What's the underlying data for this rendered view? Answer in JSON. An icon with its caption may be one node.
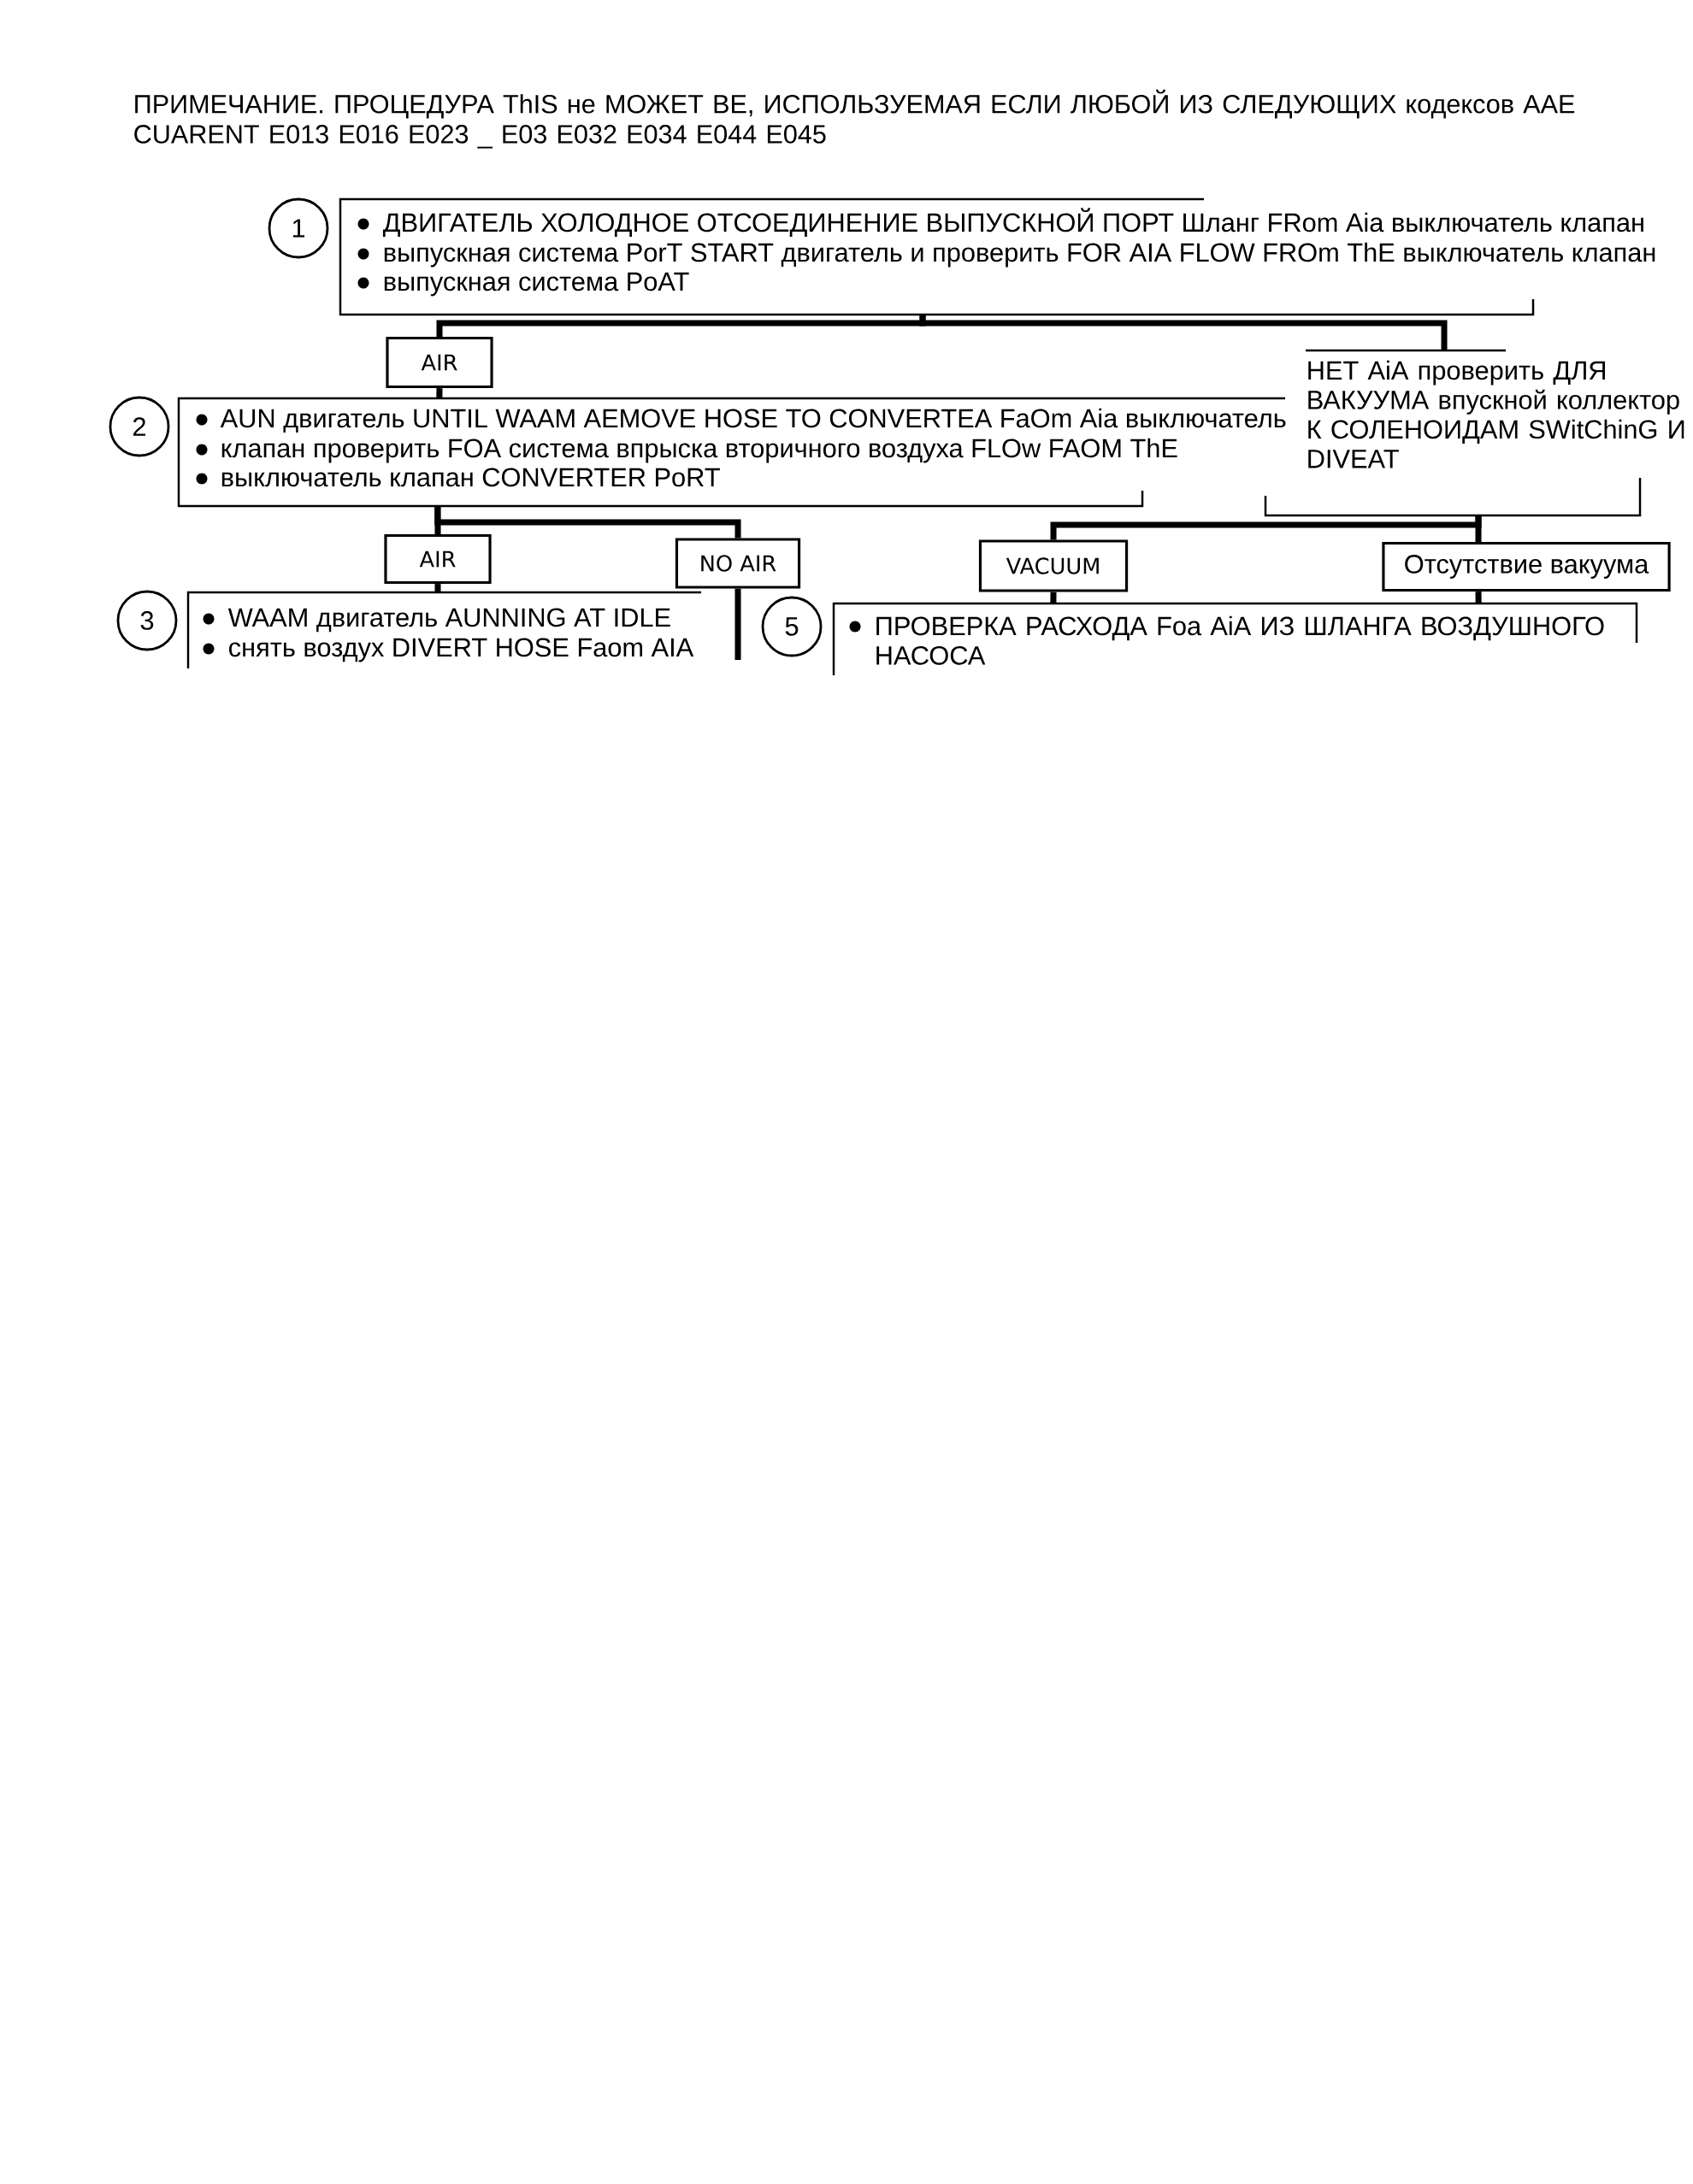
{
  "diagram": {
    "nodes": [
      {
        "text": [
          "1"
        ]
      },
      {
        "text": [
          "ДВИГАТЕЛЬ ХОЛОДНОЕ ОТСОЕДИНЕНИЕ ВЫПУСКНОЙ ПОРТ Шланг FRom Aia выключатель клапан",
          "выпускная система PorT START двигатель и проверить FOR AIA FLOW FROm ThE выключатель клапан",
          "выпускная система PoAT"
        ]
      },
      {
        "text": [
          "AIR"
        ]
      },
      {
        "text": [
          "НЕТ AiA проверить ДЛЯ ВАКУУМА впускной коллектор К СОЛЕНОИДАМ SWitChinG И DIVEAT"
        ]
      },
      {
        "text": [
          "2"
        ]
      },
      {
        "text": [
          "AUN двигатель UNTIL WAAM AEMOVE HOSE TO CONVERTEA FaOm Aia выключатель",
          "клапан проверить FOA система впрыска вторичного воздуха FLOw FAOM ThE",
          "выключатель клапан CONVERTER PoRT"
        ]
      },
      {
        "text": [
          "AIR"
        ]
      },
      {
        "text": [
          "NO AIR"
        ]
      },
      {
        "text": [
          "VACUUM"
        ]
      },
      {
        "text": [
          "Отсутствие вакуума"
        ]
      },
      {
        "text": [
          "3"
        ]
      },
      {
        "text": [
          "WAAM двигатель AUNNING AT IDLE",
          "снять воздух DIVERT HOSE Faom AIA"
        ]
      },
      {
        "text": [
          "5"
        ]
      },
      {
        "text": [
          "ПРОВЕРКА РАСХОДА Foa AiA ИЗ ШЛАНГА ВОЗДУШНОГО НАСОСА"
        ]
      }
    ],
    "edges": [
      {
        "from": 1,
        "to": 2,
        "arrow": "none"
      },
      {
        "from": 1,
        "to": 3,
        "arrow": "none"
      },
      {
        "from": 2,
        "to": 5,
        "arrow": "none"
      },
      {
        "from": 5,
        "to": 6,
        "arrow": "none"
      },
      {
        "from": 5,
        "to": 7,
        "arrow": "none"
      },
      {
        "from": 3,
        "to": 8,
        "arrow": "none"
      },
      {
        "from": 3,
        "to": 9,
        "arrow": "none"
      },
      {
        "from": 6,
        "to": 11,
        "arrow": "none"
      },
      {
        "from": 7,
        "to": null,
        "arrow": "none"
      },
      {
        "from": 8,
        "to": 13,
        "arrow": "none"
      },
      {
        "from": 9,
        "to": 13,
        "arrow": "none"
      }
    ],
    "labels": [
      "ПРИМЕЧАНИЕ. ПРОЦЕДУРА ThIS не МОЖЕТ BE, ИСПОЛЬЗУЕМАЯ ЕСЛИ ЛЮБОЙ ИЗ СЛЕДУЮЩИХ кодексов AAE CUARENT E013 E016 E023 _ E03 E032 E034 E044 E045"
    ]
  }
}
